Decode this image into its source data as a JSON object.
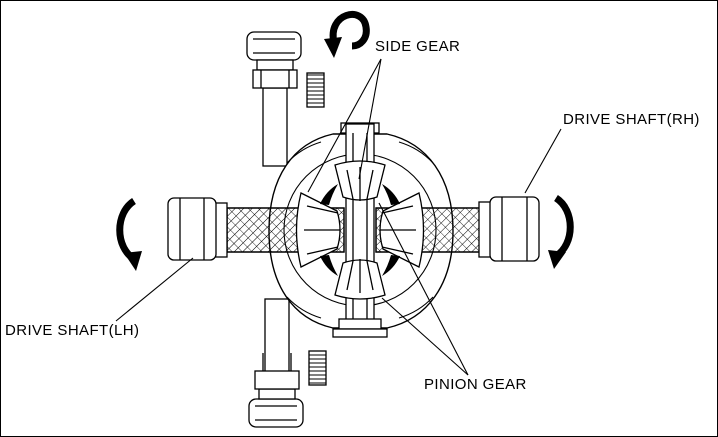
{
  "labels": {
    "side_gear": "SIDE GEAR",
    "drive_shaft_rh": "DRIVE SHAFT(RH)",
    "drive_shaft_lh": "DRIVE SHAFT(LH)",
    "pinion_gear": "PINION GEAR"
  },
  "icons": {
    "rotation_arrow": "curved-rotation-arrow"
  },
  "colors": {
    "line": "#000000",
    "background": "#ffffff"
  }
}
